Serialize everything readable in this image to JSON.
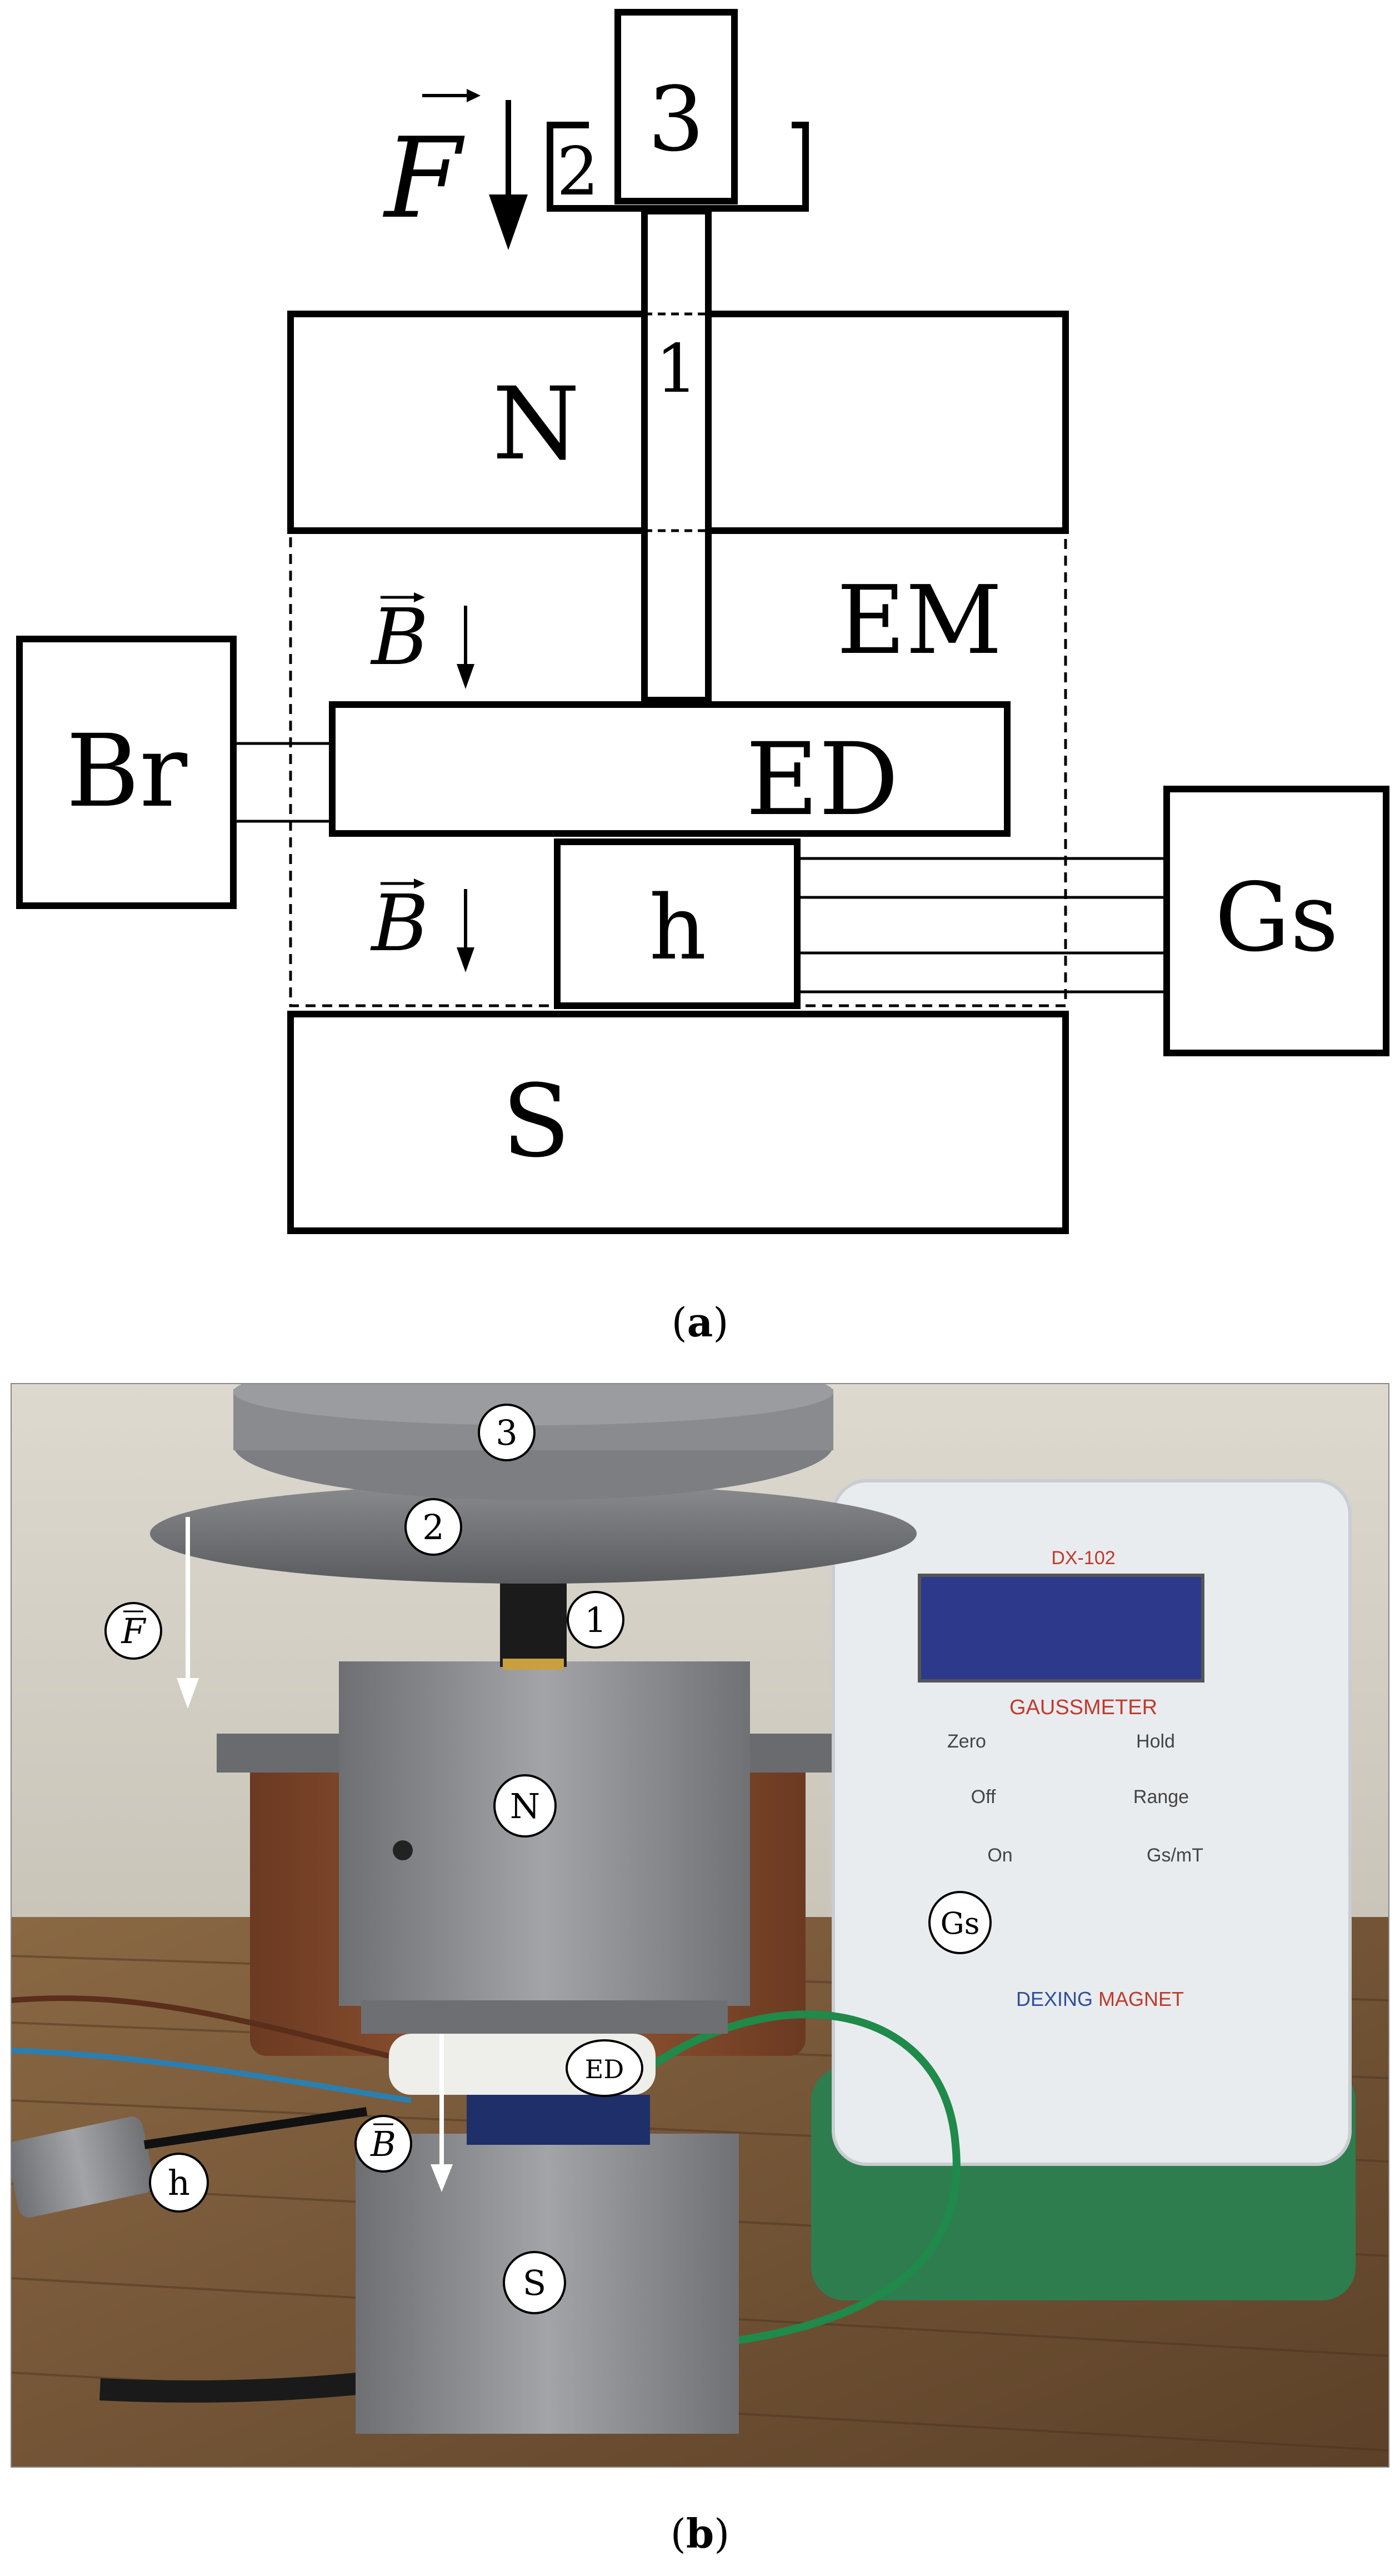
{
  "panel_a": {
    "caption_open": "(",
    "caption_letter": "a",
    "caption_close": ")",
    "labels": {
      "force": "F",
      "part_1": "1",
      "part_2": "2",
      "part_3": "3",
      "north_magnet": "N",
      "south_magnet": "S",
      "field_upper": "B",
      "field_lower": "B",
      "electromagnet": "EM",
      "electrode": "ED",
      "bridge": "Br",
      "hall_sensor": "h",
      "gaussmeter": "Gs"
    }
  },
  "panel_b": {
    "caption_open": "(",
    "caption_letter": "b",
    "caption_close": ")",
    "callouts": {
      "part_3": "3",
      "part_2": "2",
      "part_1": "1",
      "force": "F",
      "north_magnet": "N",
      "gaussmeter": "Gs",
      "electrode": "ED",
      "field": "B",
      "hall_sensor": "h",
      "south_magnet": "S"
    },
    "device": {
      "model": "DX-102",
      "name": "GAUSSMETER",
      "btn_zero": "Zero",
      "btn_hold": "Hold",
      "btn_off": "Off",
      "btn_range": "Range",
      "btn_on": "On",
      "btn_units": "Gs/mT",
      "brand_1": "DEXING",
      "brand_2": "MAGNET"
    },
    "colors": {
      "wall": "#d6d2c8",
      "table": "#7a5a3a",
      "metal": "#8e8f92",
      "meter_body": "#e9ecef",
      "meter_base": "#2e7d4f",
      "wire_green": "#1f8a4a",
      "screen": "#2d3a8c"
    }
  }
}
